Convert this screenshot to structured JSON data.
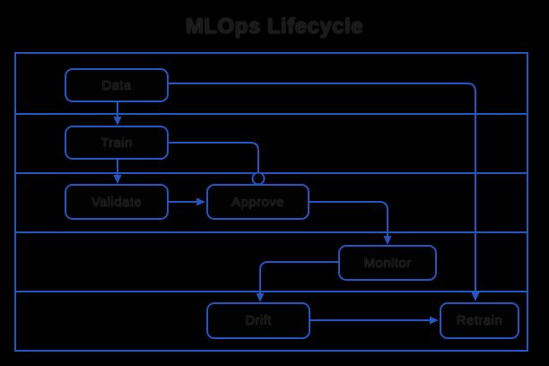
{
  "title": "MLOps Lifecycle",
  "diagram": {
    "type": "flowchart",
    "lanes": 5,
    "nodes": [
      {
        "id": "data",
        "label": "Data"
      },
      {
        "id": "train",
        "label": "Train"
      },
      {
        "id": "validate",
        "label": "Validate"
      },
      {
        "id": "approve",
        "label": "Approve"
      },
      {
        "id": "monitor",
        "label": "Monitor"
      },
      {
        "id": "drift",
        "label": "Drift"
      },
      {
        "id": "retrain",
        "label": "Retrain"
      }
    ],
    "edges": [
      {
        "from": "Data",
        "to": "Train"
      },
      {
        "from": "Train",
        "to": "Validate"
      },
      {
        "from": "Validate",
        "to": "Approve"
      },
      {
        "from": "Train",
        "to": "Approve",
        "connector": "circle-port"
      },
      {
        "from": "Approve",
        "to": "Monitor"
      },
      {
        "from": "Monitor",
        "to": "Drift"
      },
      {
        "from": "Drift",
        "to": "Retrain"
      },
      {
        "from": "Data",
        "to": "Retrain"
      }
    ]
  },
  "colors": {
    "background": "#000000",
    "line_blue": "#2355c3",
    "title_text": "#191919",
    "node_text": "#111111"
  }
}
